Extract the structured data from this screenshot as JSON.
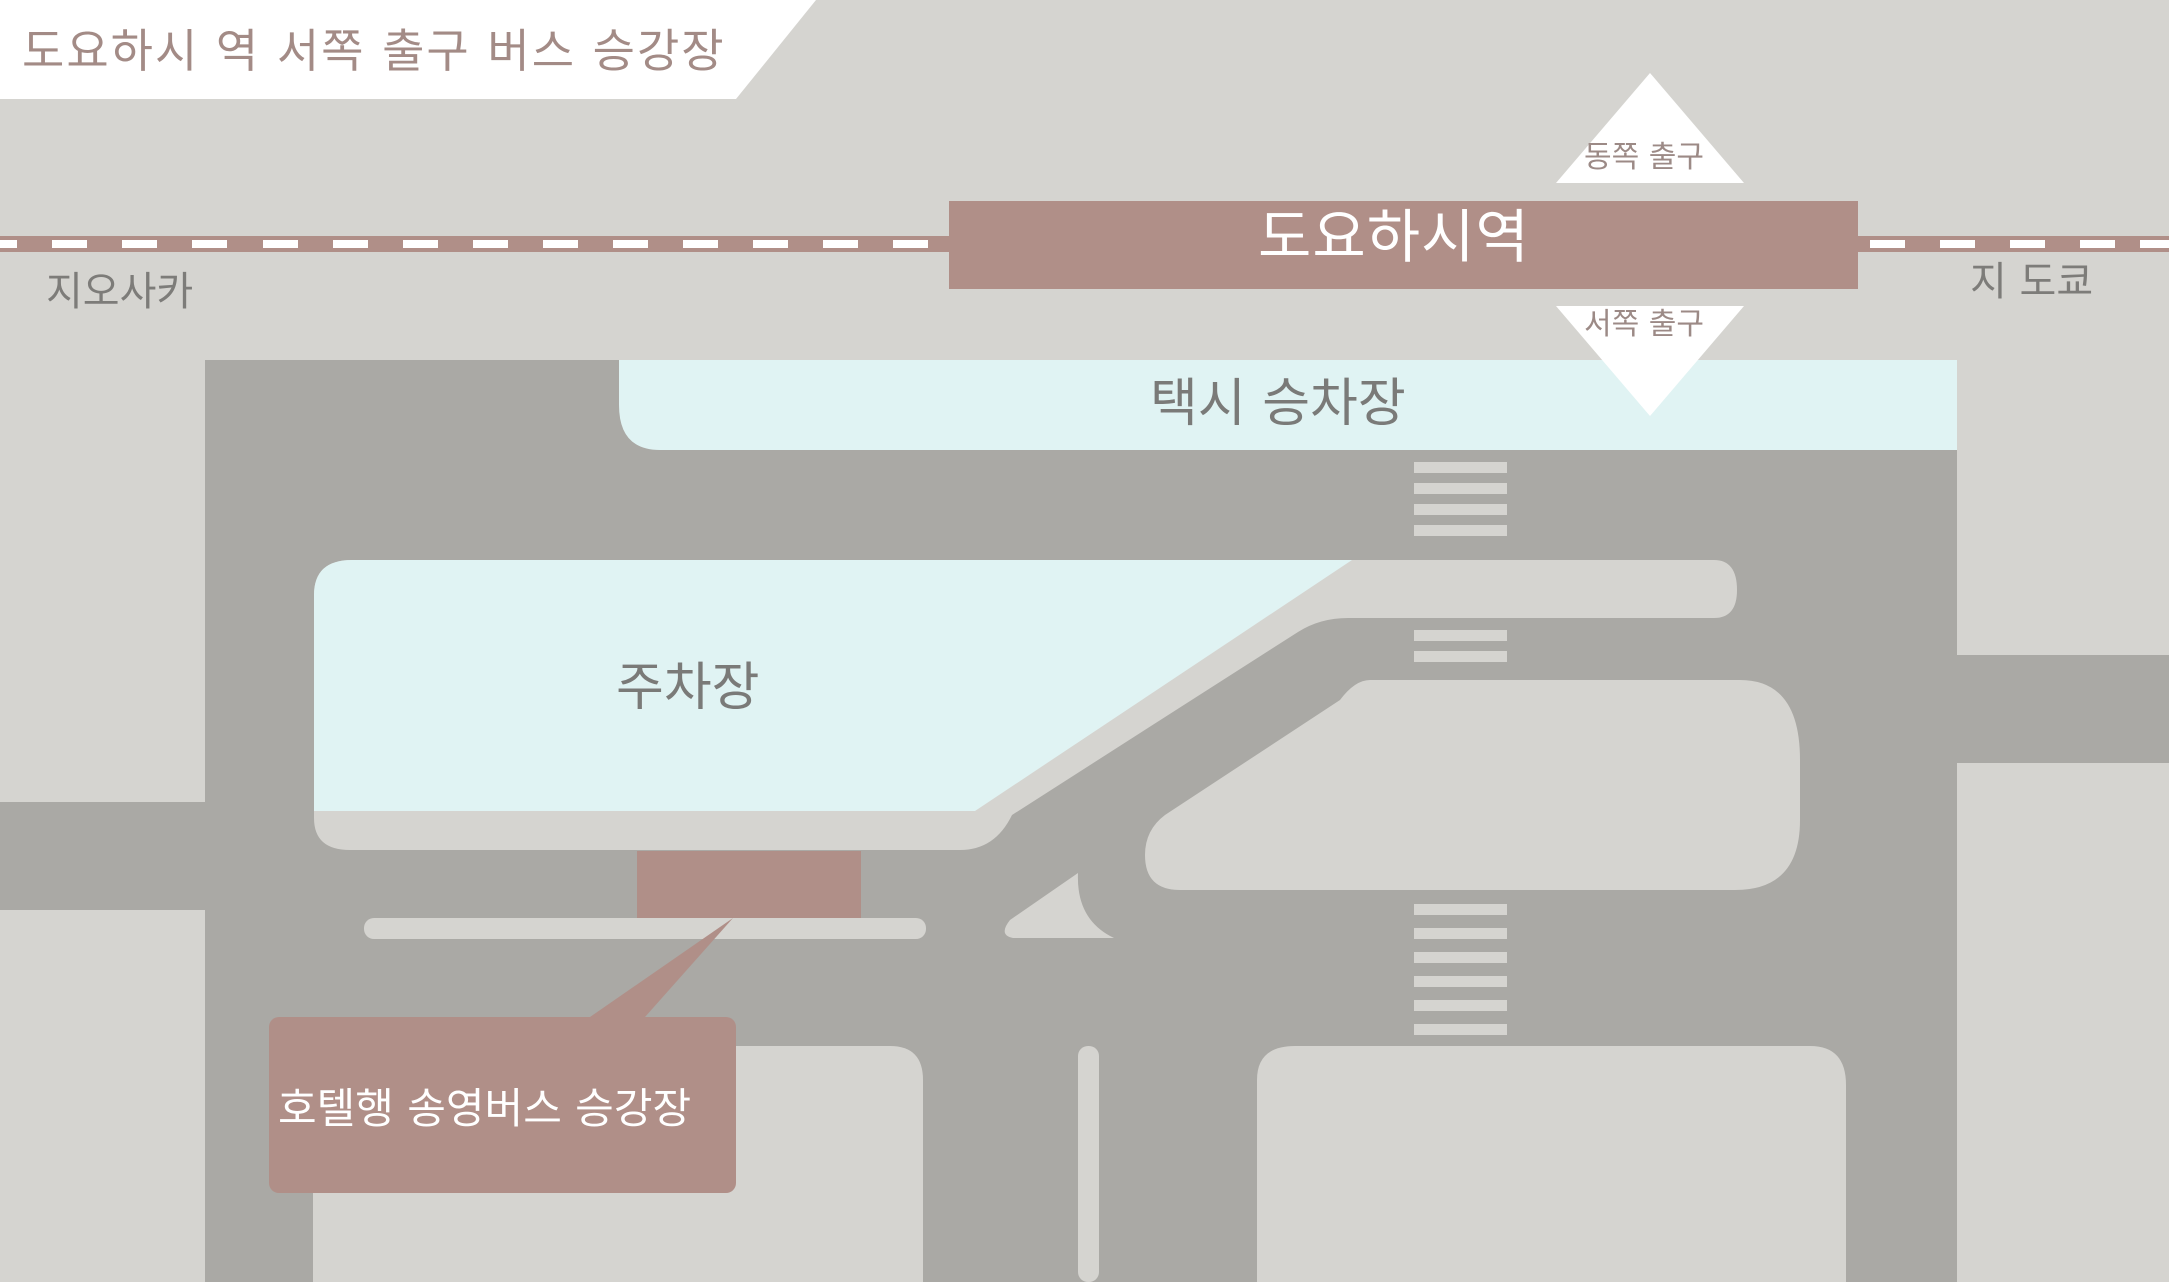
{
  "title": "도요하시 역 서쪽 출구 버스 승강장",
  "station": {
    "name": "도요하시역",
    "exit_east": "동쪽 출구",
    "exit_west": "서쪽 출구"
  },
  "directions": {
    "left": "지오사카",
    "right": "지 도쿄"
  },
  "areas": {
    "taxi": "택시 승차장",
    "parking": "주차장",
    "hotel_bus": "호텔행 송영버스 승강장"
  },
  "colors": {
    "background": "#d5d4d0",
    "road": "#aaa9a5",
    "block": "#d5d4d0",
    "water_zone": "#e0f3f3",
    "accent": "#b08f88",
    "white": "#ffffff",
    "label_text": "#7a7a78",
    "title_text": "#a38b86"
  }
}
